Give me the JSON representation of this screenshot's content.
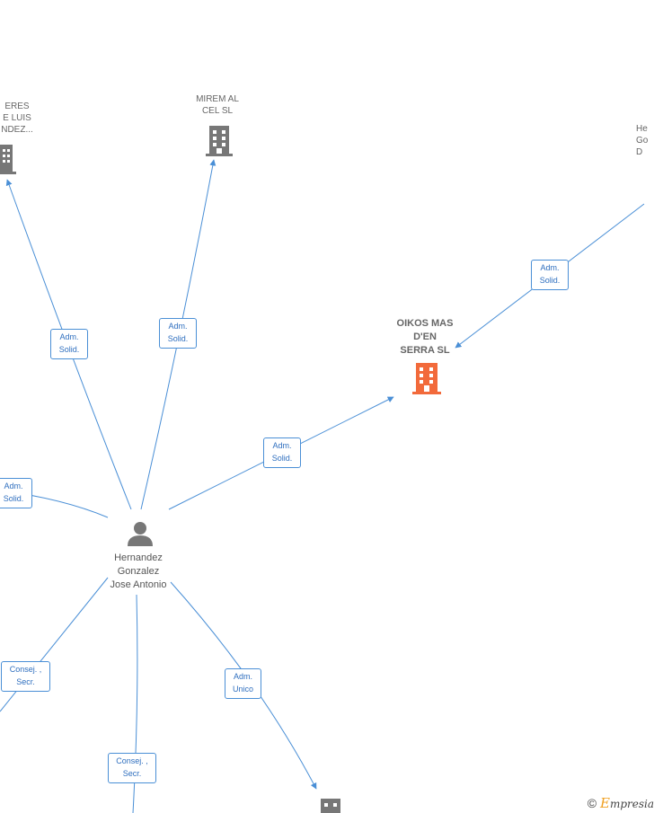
{
  "nodes": {
    "center_person": {
      "label": "Hernandez\nGonzalez\nJose Antonio"
    },
    "focus_company": {
      "label": "OIKOS MAS\nD'EN\nSERRA  SL",
      "color": "#f26a3b"
    },
    "company_mirem": {
      "label": "MIREM AL\nCEL  SL"
    },
    "company_left": {
      "label": "ERES\nE LUIS\nNDEZ..."
    },
    "person_right_partial": {
      "label": "He\nGo\nD"
    }
  },
  "edges": {
    "to_left_company": {
      "label": "Adm.\nSolid."
    },
    "to_mirem": {
      "label": "Adm.\nSolid."
    },
    "to_focus": {
      "label": "Adm.\nSolid."
    },
    "right_to_focus": {
      "label": "Adm.\nSolid."
    },
    "to_far_left": {
      "label": "Adm.\nSolid."
    },
    "consej_left": {
      "label": "Consej. ,\nSecr."
    },
    "consej_bottom": {
      "label": "Consej. ,\nSecr."
    },
    "adm_unico": {
      "label": "Adm.\nUnico"
    }
  },
  "colors": {
    "edge": "#4a8fd6",
    "icon_gray": "#777777",
    "focus": "#f26a3b"
  },
  "footer": {
    "copyright": "©",
    "brand_initial": "E",
    "brand_rest": "mpresia"
  }
}
